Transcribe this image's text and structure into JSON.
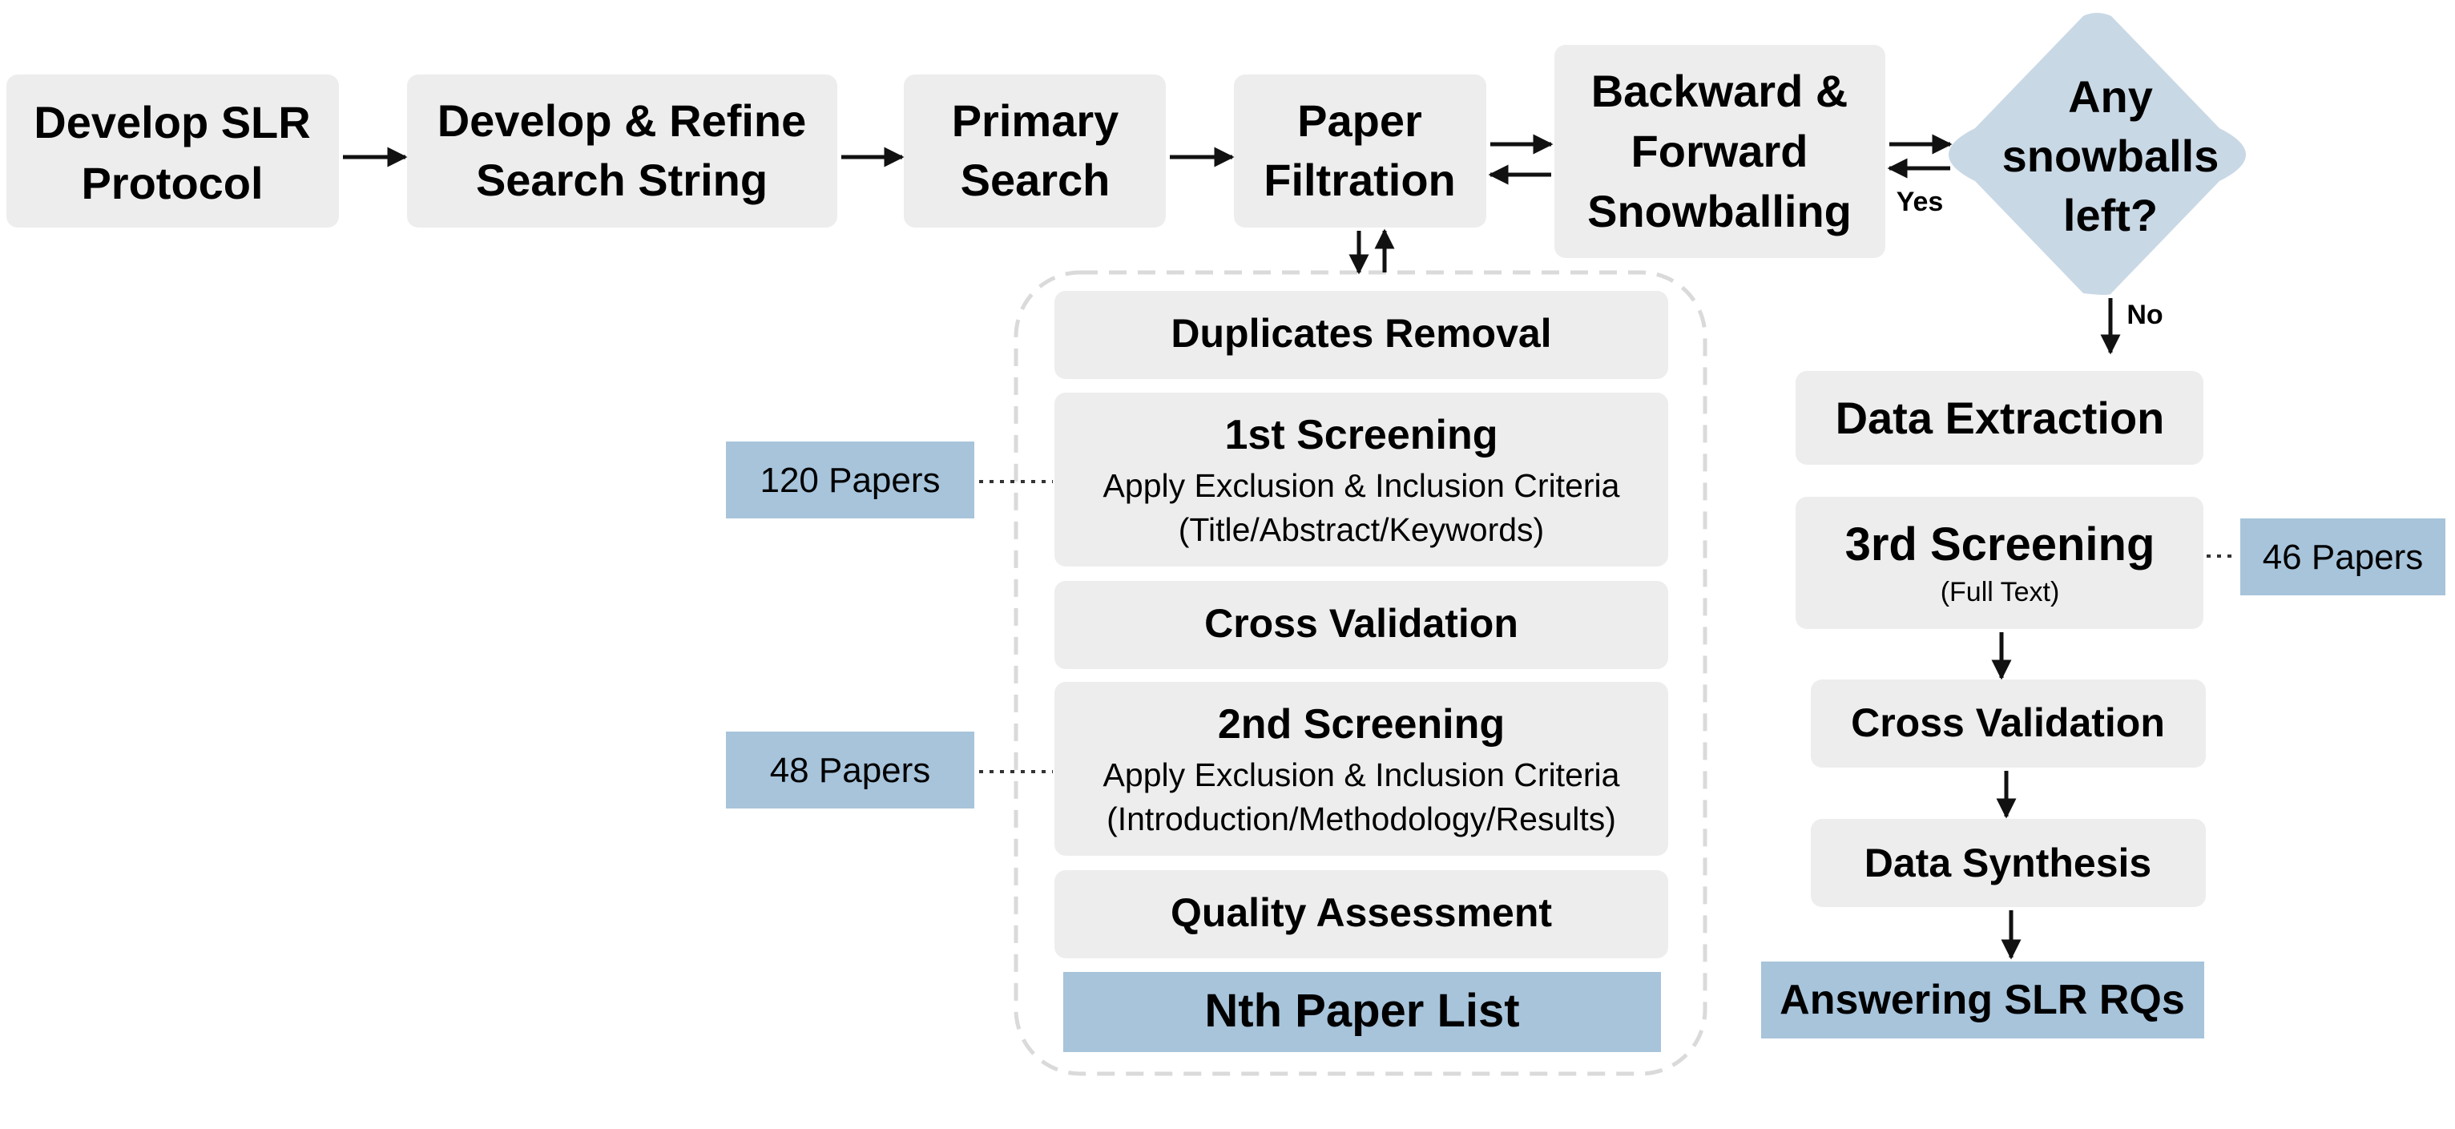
{
  "colors": {
    "box_gray": "#EDEDED",
    "box_blue": "#A7C4DB",
    "diamond": "#C9D8E5",
    "text": "#1A1A1A",
    "arrow": "#111111",
    "dashed_border": "#DADADA",
    "dotted": "#333333"
  },
  "top_row": {
    "develop_protocol": [
      "Develop SLR",
      "Protocol"
    ],
    "search_string": [
      "Develop & Refine",
      "Search String"
    ],
    "primary_search": [
      "Primary",
      "Search"
    ],
    "paper_filtration": [
      "Paper",
      "Filtration"
    ],
    "snowballing": [
      "Backward &",
      "Forward",
      "Snowballing"
    ],
    "decision": [
      "Any",
      "snowballs",
      "left?"
    ],
    "yes_label": "Yes",
    "no_label": "No"
  },
  "filtration_steps": {
    "duplicates": "Duplicates Removal",
    "screening1_title": "1st Screening",
    "screening1_lines": [
      "Apply Exclusion & Inclusion Criteria",
      "(Title/Abstract/Keywords)"
    ],
    "cross_validation": "Cross Validation",
    "screening2_title": "2nd Screening",
    "screening2_lines": [
      "Apply Exclusion & Inclusion Criteria",
      "(Introduction/Methodology/Results)"
    ],
    "quality": "Quality Assessment",
    "nth_list": "Nth Paper List"
  },
  "right_column": {
    "data_extraction": "Data Extraction",
    "screening3_title": "3rd Screening",
    "screening3_sub": "(Full Text)",
    "cross_validation": "Cross Validation",
    "data_synthesis": "Data Synthesis",
    "answering": "Answering SLR RQs"
  },
  "paper_counts": {
    "screening1": "120 Papers",
    "screening2": "48 Papers",
    "screening3": "46 Papers"
  }
}
